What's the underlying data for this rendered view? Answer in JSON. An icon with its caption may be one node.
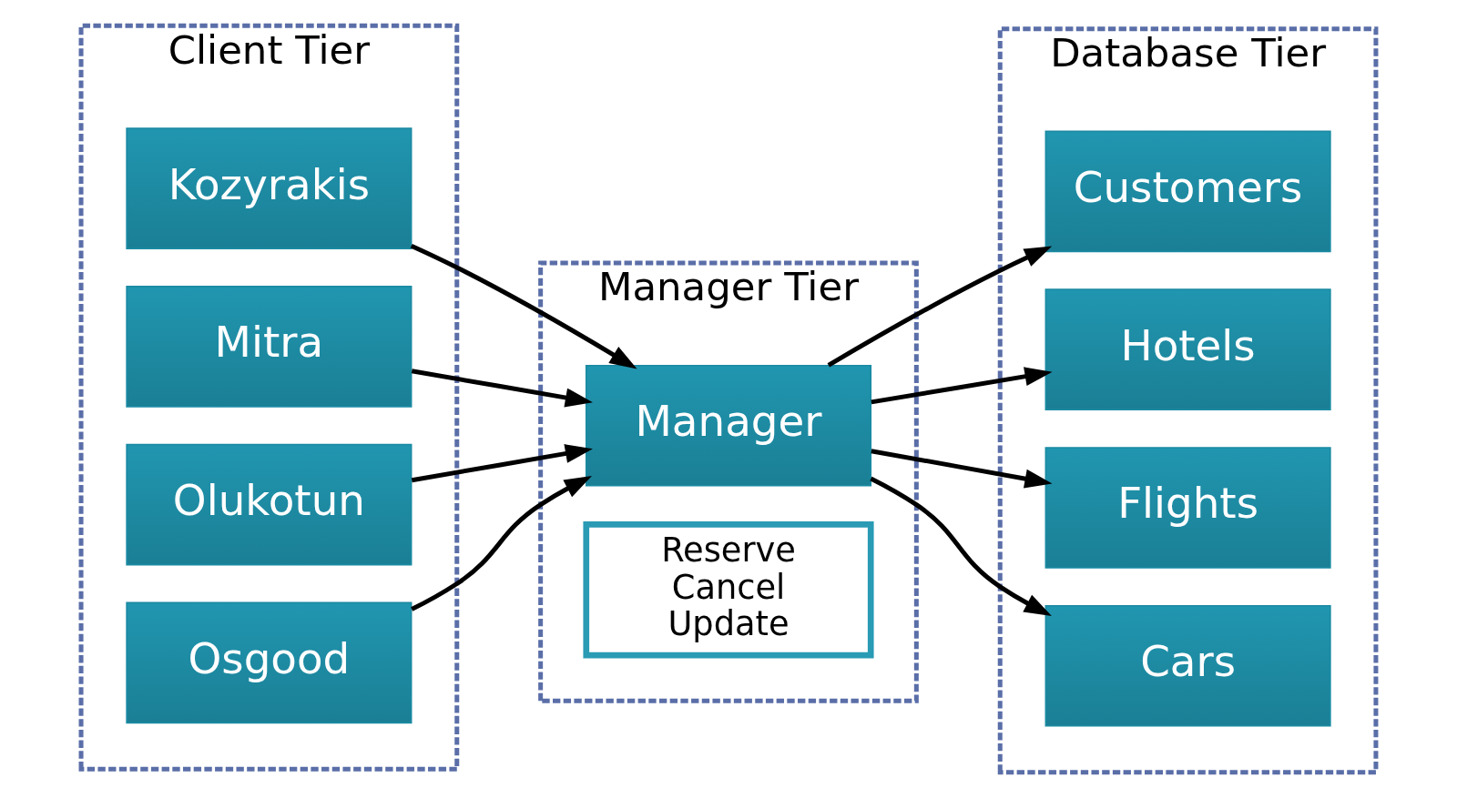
{
  "diagram": {
    "nodes": [
      {
        "text": [
          "Client Tier"
        ]
      },
      {
        "text": [
          "Kozyrakis"
        ],
        "in": 0
      },
      {
        "text": [
          "Mitra"
        ],
        "in": 0
      },
      {
        "text": [
          "Olukotun"
        ],
        "in": 0
      },
      {
        "text": [
          "Osgood"
        ],
        "in": 0
      },
      {
        "text": [
          "Manager Tier"
        ]
      },
      {
        "text": [
          "Manager"
        ],
        "in": 5
      },
      {
        "text": [
          "Reserve",
          "Cancel",
          "Update"
        ],
        "in": 5
      },
      {
        "text": [
          "Database Tier"
        ]
      },
      {
        "text": [
          "Customers"
        ],
        "in": 8
      },
      {
        "text": [
          "Hotels"
        ],
        "in": 8
      },
      {
        "text": [
          "Flights"
        ],
        "in": 8
      },
      {
        "text": [
          "Cars"
        ],
        "in": 8
      }
    ],
    "edges": [
      {
        "from": 1,
        "to": 6,
        "arrow": "to"
      },
      {
        "from": 2,
        "to": 6,
        "arrow": "to"
      },
      {
        "from": 3,
        "to": 6,
        "arrow": "to"
      },
      {
        "from": 4,
        "to": 6,
        "arrow": "to"
      },
      {
        "from": 6,
        "to": 9,
        "arrow": "to"
      },
      {
        "from": 6,
        "to": 10,
        "arrow": "to"
      },
      {
        "from": 6,
        "to": 11,
        "arrow": "to"
      },
      {
        "from": 6,
        "to": 12,
        "arrow": "to"
      }
    ]
  }
}
